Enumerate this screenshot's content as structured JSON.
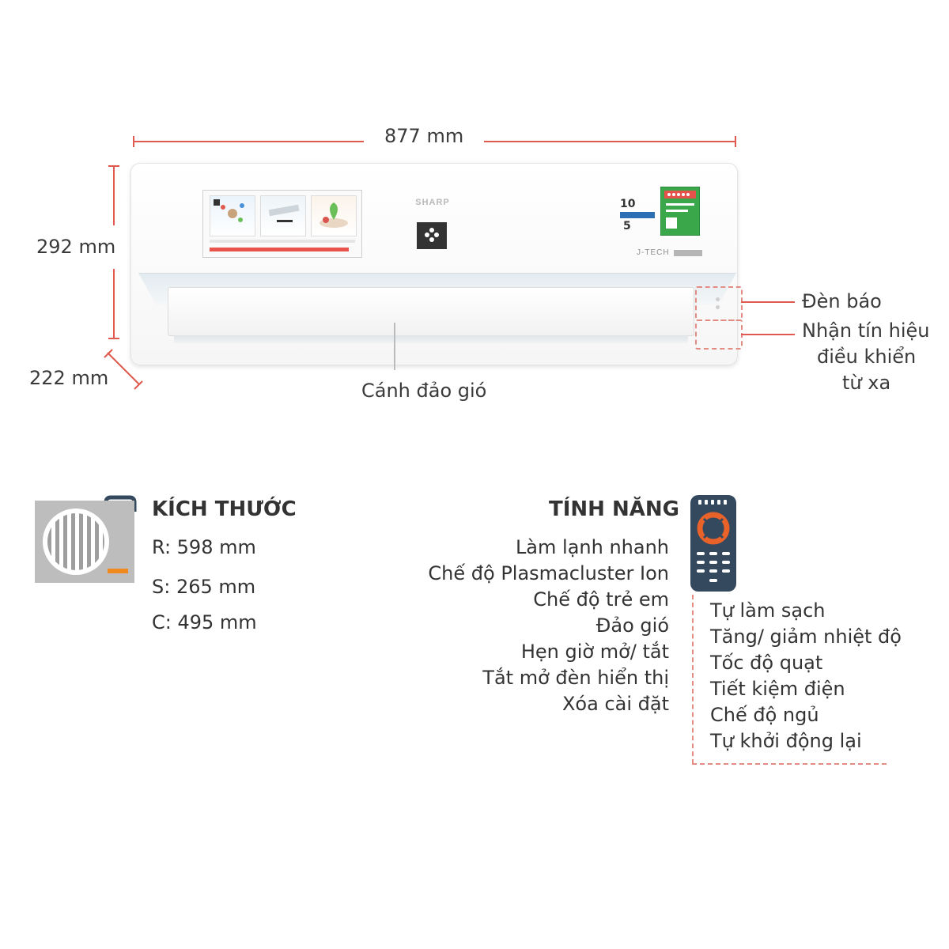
{
  "dimensions": {
    "width": "877 mm",
    "height": "292 mm",
    "depth": "222 mm"
  },
  "unit_callouts": {
    "indicator_light": "Đèn báo",
    "remote_receiver_lines": [
      "Nhận tín hiệu",
      "điều khiển",
      "từ xa"
    ],
    "louver": "Cánh đảo gió"
  },
  "unit_graphics": {
    "brand": "SHARP",
    "series": "J-TECH",
    "warranty_years": [
      "10",
      "5"
    ]
  },
  "size_section": {
    "title": "KÍCH THƯỚC",
    "items": [
      "R: 598 mm",
      "S: 265 mm",
      "C: 495 mm"
    ]
  },
  "features_section": {
    "title": "TÍNH NĂNG",
    "left_items": [
      "Làm lạnh nhanh",
      "Chế độ Plasmacluster Ion",
      "Chế độ trẻ em",
      "Đảo gió",
      "Hẹn giờ mở/ tắt",
      "Tắt mở đèn hiển thị",
      "Xóa cài đặt"
    ],
    "right_items": [
      "Tự làm sạch",
      "Tăng/ giảm nhiệt độ",
      "Tốc độ quạt",
      "Tiết kiệm điện",
      "Chế độ ngủ",
      "Tự khởi động lại"
    ]
  },
  "colors": {
    "dimension_line": "#e05a4f",
    "remote_body": "#34495e",
    "remote_accent": "#e8622a",
    "outdoor_unit": "#b9b9b9",
    "outdoor_accent": "#f08a1e"
  }
}
